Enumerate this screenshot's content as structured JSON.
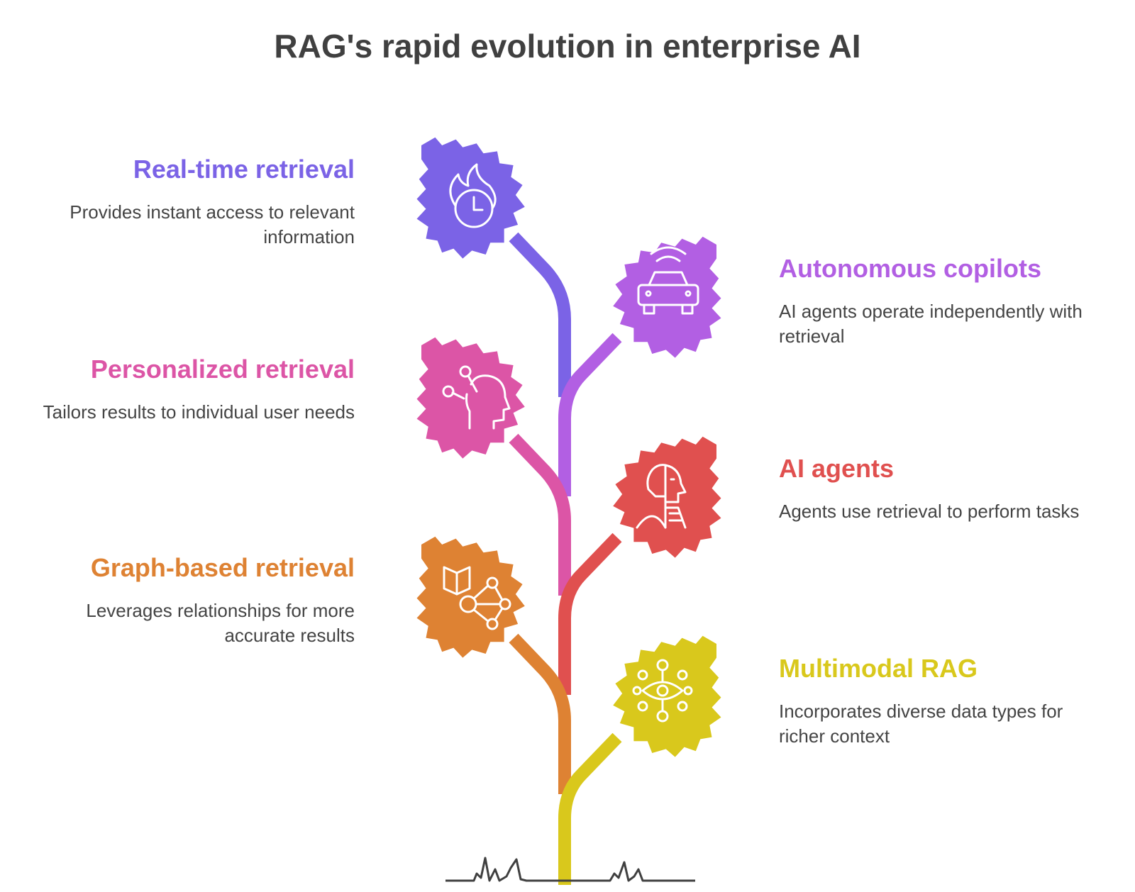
{
  "title": "RAG's rapid evolution in enterprise AI",
  "items": [
    {
      "side": "left",
      "title": "Real-time retrieval",
      "desc": "Provides instant access to relevant information",
      "color": "#7B63E6",
      "icon": "fire-clock-icon"
    },
    {
      "side": "right",
      "title": "Autonomous copilots",
      "desc": "AI agents operate independently with retrieval",
      "color": "#B25FE3",
      "icon": "autonomous-car-icon"
    },
    {
      "side": "left",
      "title": "Personalized retrieval",
      "desc": "Tailors results to individual user needs",
      "color": "#DC55A6",
      "icon": "head-network-icon"
    },
    {
      "side": "right",
      "title": "AI agents",
      "desc": "Agents use retrieval to perform tasks",
      "color": "#E0504F",
      "icon": "robot-agent-icon"
    },
    {
      "side": "left",
      "title": "Graph-based retrieval",
      "desc": "Leverages relationships for more accurate results",
      "color": "#DE8233",
      "icon": "book-graph-icon"
    },
    {
      "side": "right",
      "title": "Multimodal RAG",
      "desc": "Incorporates diverse data types for richer context",
      "color": "#D9C81C",
      "icon": "eye-network-icon"
    }
  ]
}
